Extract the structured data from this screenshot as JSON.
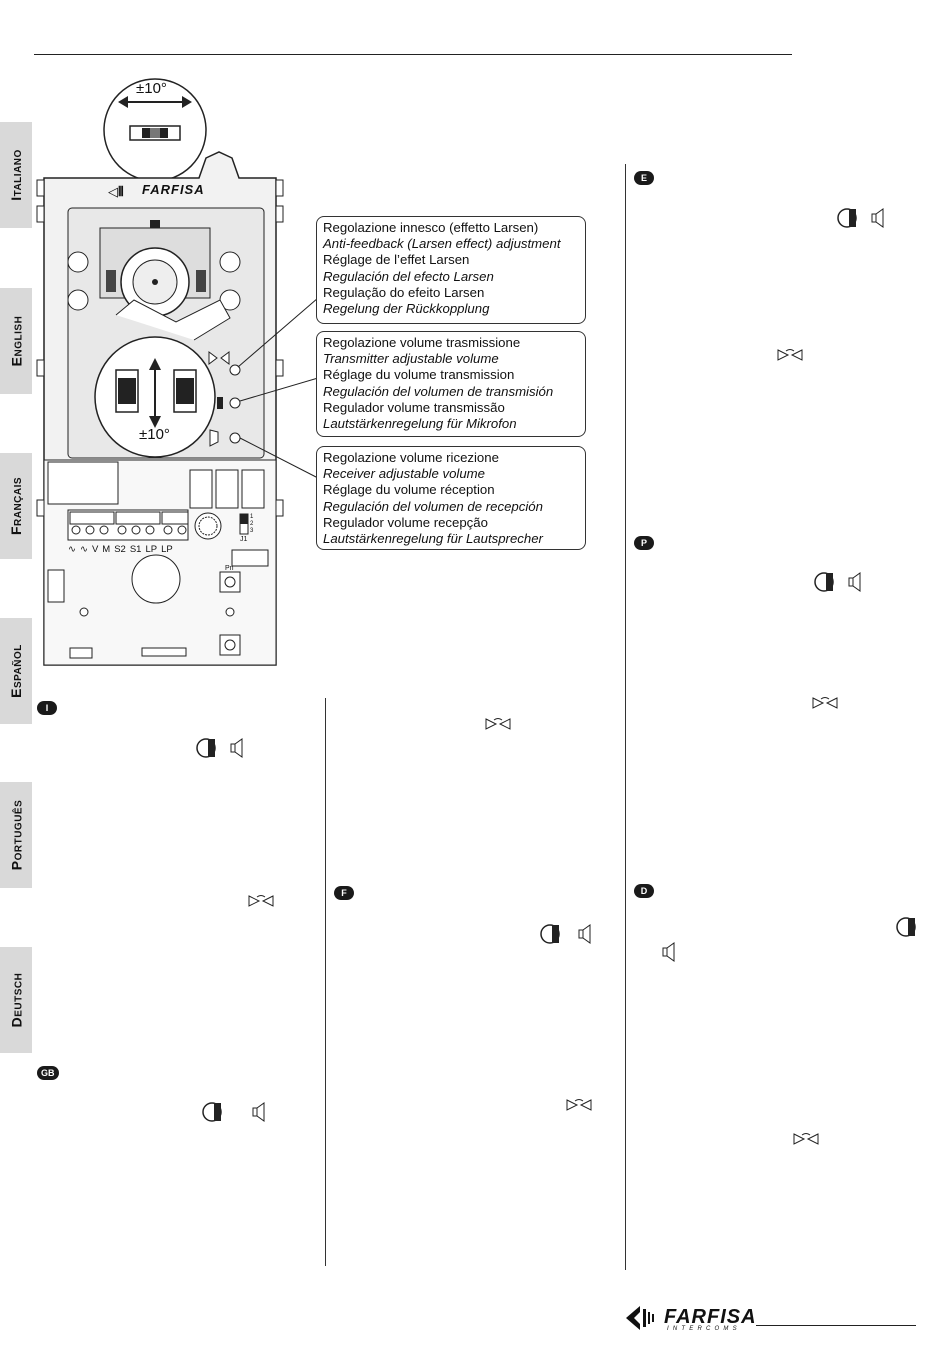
{
  "side_tabs": [
    "Italiano",
    "English",
    "Français",
    "Español",
    "Português",
    "Deutsch"
  ],
  "diagram": {
    "angle_top": "±10°",
    "angle_bottom": "±10°",
    "device_brand": "FARFISA",
    "terminals": [
      "∿",
      "∿",
      "V",
      "M",
      "S2",
      "S1",
      "LP",
      "LP"
    ],
    "jumper_label": "J1",
    "jumper_pins": [
      "1",
      "2",
      "3"
    ],
    "button_label": "Pn"
  },
  "callouts": {
    "larsen": {
      "lines": [
        "Regolazione innesco (effetto Larsen)",
        "Anti-feedback (Larsen effect) adjustment",
        "Réglage de l’effet Larsen",
        "Regulación del efecto Larsen",
        "Regulação do efeito Larsen",
        "Regelung der Rückkopplung"
      ]
    },
    "transmission": {
      "lines": [
        "Regolazione volume trasmissione",
        "Transmitter adjustable volume",
        "Réglage du volume transmission",
        "Regulación del volumen de transmisión",
        "Regulador volume transmissão",
        "Lautstärkenregelung für Mikrofon"
      ]
    },
    "reception": {
      "lines": [
        "Regolazione volume ricezione",
        "Receiver adjustable volume",
        "Réglage du volume réception",
        "Regulación del volumen de recepción",
        "Regulador volume recepção",
        "Lautstärkenregelung für Lautsprecher"
      ]
    }
  },
  "badges": {
    "it": "I",
    "gb": "GB",
    "fr": "F",
    "es": "E",
    "pt": "P",
    "de": "D"
  },
  "footer": {
    "brand": "FARFISA",
    "brand_sub": "INTERCOMS"
  }
}
